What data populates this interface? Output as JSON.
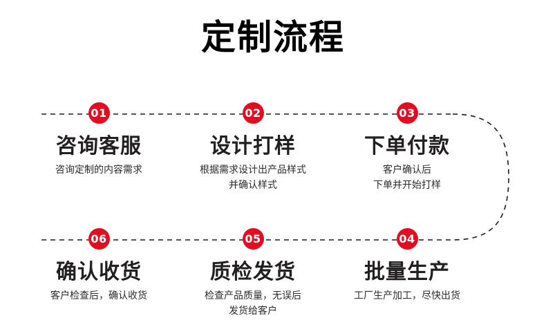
{
  "header": {
    "title": "定制流程"
  },
  "theme": {
    "badge_color": "#e30d22",
    "badge_text_color": "#ffffff",
    "title_color": "#000000",
    "step_title_color": "#231f20",
    "step_desc_color": "#2b2b2b",
    "connector_color": "#1a1a1a",
    "background": "#ffffff"
  },
  "flow": {
    "rows": [
      {
        "row_name": "row-top",
        "steps": [
          {
            "number": "01",
            "title": "咨询客服",
            "desc_lines": [
              "咨询定制的内容需求"
            ]
          },
          {
            "number": "02",
            "title": "设计打样",
            "desc_lines": [
              "根据需求设计出产品样式",
              "并确认样式"
            ]
          },
          {
            "number": "03",
            "title": "下单付款",
            "desc_lines": [
              "客户确认后",
              "下单并开始打样"
            ]
          }
        ]
      },
      {
        "row_name": "row-bottom",
        "steps": [
          {
            "number": "06",
            "title": "确认收货",
            "desc_lines": [
              "客户检查后，确认收货"
            ]
          },
          {
            "number": "05",
            "title": "质检发货",
            "desc_lines": [
              "检查产品质量，无误后",
              "发货给客户"
            ]
          },
          {
            "number": "04",
            "title": "批量生产",
            "desc_lines": [
              "工厂生产加工，尽快出货"
            ]
          }
        ]
      }
    ]
  }
}
